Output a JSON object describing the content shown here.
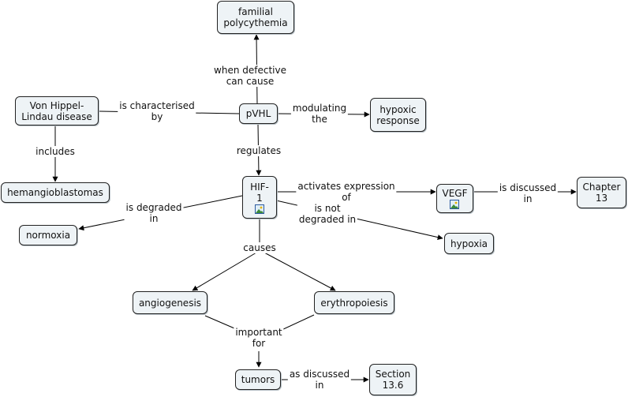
{
  "nodes": {
    "familial_polycythemia": "familial\npolycythemia",
    "von_hippel": "Von Hippel-\nLindau disease",
    "pvhl": "pVHL",
    "hypoxic_response": "hypoxic\nresponse",
    "hemangioblastomas": "hemangioblastomas",
    "hif1": "HIF-\n1",
    "vegf": "VEGF",
    "chapter13": "Chapter\n13",
    "normoxia": "normoxia",
    "hypoxia": "hypoxia",
    "angiogenesis": "angiogenesis",
    "erythropoiesis": "erythropoiesis",
    "tumors": "tumors",
    "section136": "Section\n13.6"
  },
  "links": {
    "when_defective": "when defective\ncan cause",
    "characterised_by": "is characterised\nby",
    "modulating_the": "modulating\nthe",
    "includes": "includes",
    "regulates": "regulates",
    "activates_expression": "activates expression\nof",
    "is_discussed_in": "is discussed\nin",
    "is_degraded_in": "is degraded\nin",
    "is_not_degraded_in": "is not\ndegraded in",
    "causes": "causes",
    "important_for": "important\nfor",
    "as_discussed_in": "as discussed\nin"
  },
  "icons": {
    "hif1_image": "image-icon",
    "vegf_image": "image-icon"
  },
  "colors": {
    "node_fill": "#eef3f6",
    "node_border": "#222222",
    "icon_border": "#2c5aa0"
  }
}
